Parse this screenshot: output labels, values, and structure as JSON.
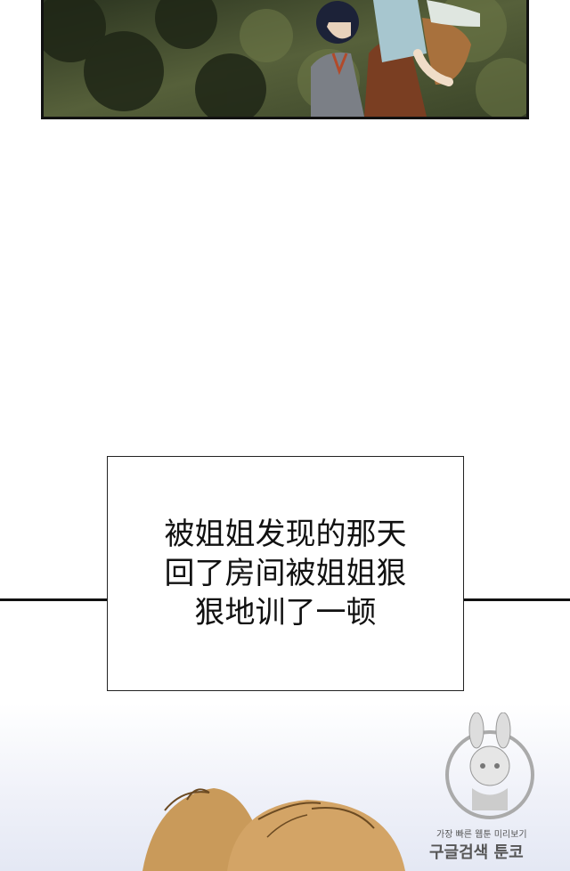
{
  "caption": {
    "lines": [
      "被姐姐发现的那天",
      "回了房间被姐姐狠",
      "狠地训了一顿"
    ]
  },
  "watermark": {
    "tagline": "가장 빠른 웹툰 미리보기",
    "brand": "구글검색 툰코"
  },
  "colors": {
    "panel_border": "#111111",
    "foliage": "#3e4a2a",
    "hair": "#c99a5a"
  }
}
